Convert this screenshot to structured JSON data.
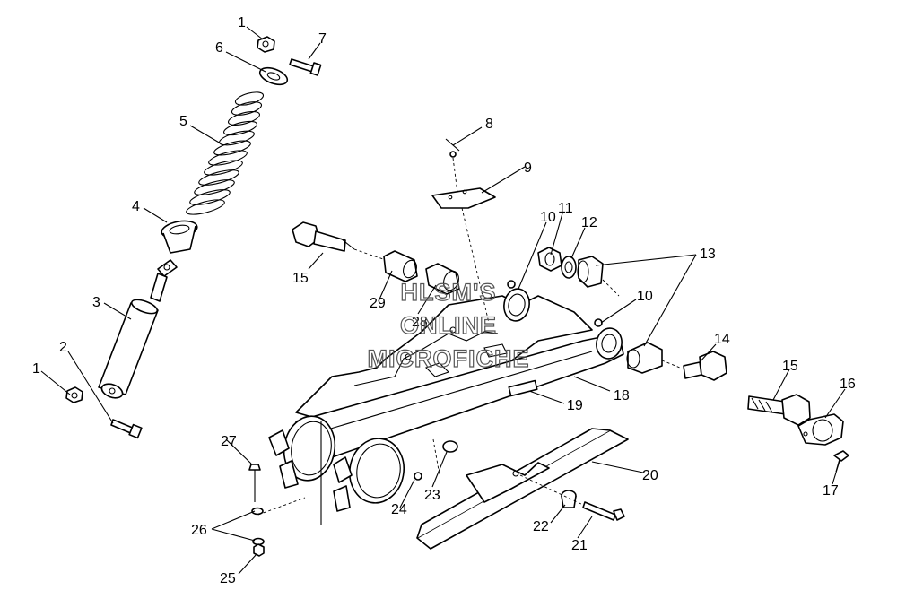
{
  "watermark": {
    "lines": [
      "HLSM'S",
      "ONLINE",
      "MICROFICHE"
    ]
  },
  "callouts": {
    "c1a": "1",
    "c1b": "1",
    "c2": "2",
    "c3": "3",
    "c4": "4",
    "c5": "5",
    "c6": "6",
    "c7": "7",
    "c8": "8",
    "c9": "9",
    "c10a": "10",
    "c10b": "10",
    "c11": "11",
    "c12": "12",
    "c13": "13",
    "c14": "14",
    "c15a": "15",
    "c15b": "15",
    "c16": "16",
    "c17": "17",
    "c18": "18",
    "c19": "19",
    "c20": "20",
    "c21": "21",
    "c22": "22",
    "c23": "23",
    "c24": "24",
    "c25": "25",
    "c26": "26",
    "c27": "27",
    "c28": "28",
    "c29": "29"
  }
}
